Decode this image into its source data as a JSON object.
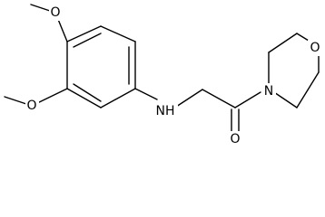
{
  "molecule": {
    "atoms": {
      "o_para": "O",
      "o_meta": "O",
      "nh": "NH",
      "n_morpholine": "N",
      "o_ring": "O",
      "o_carbonyl": "O"
    },
    "colors": {
      "bond": "#000000",
      "label": "#000000",
      "background": "#ffffff"
    }
  }
}
